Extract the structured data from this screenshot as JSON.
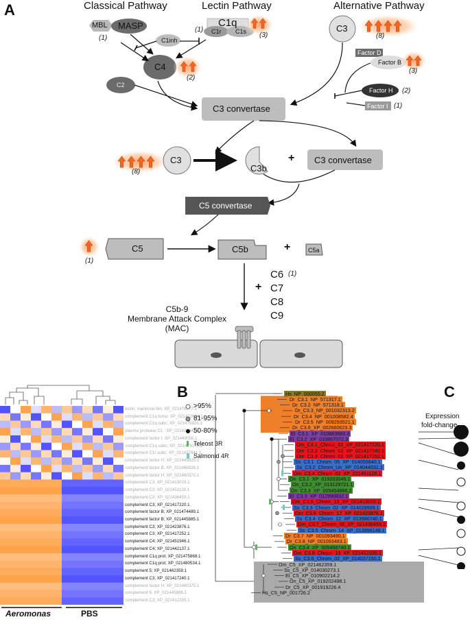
{
  "panelA": {
    "letter": "A",
    "classical_title": "Classical Pathway",
    "lectin_title": "Lectin Pathway",
    "alternative_title": "Alternative Pathway",
    "mbl": "MBL",
    "masp": "MASP",
    "c1q": "C1q",
    "c1r": "C1r",
    "c1s": "C1s",
    "c1inh": "C1inh",
    "c4": "C4",
    "c2": "C2",
    "c3_alt": "C3",
    "factor_d": "Factor D",
    "factor_b": "Factor B",
    "factor_h": "Factor H",
    "factor_i": "Factor I",
    "c3_convertase": "C3 convertase",
    "c3": "C3",
    "c3b": "C3b",
    "plus": "+",
    "c3_convertase2": "C3 convertase",
    "c5_convertase": "C5 convertase",
    "c5": "C5",
    "c5b": "C5b",
    "c5a": "C5a",
    "c6": "C6",
    "c7": "C7",
    "c8": "C8",
    "c9": "C9",
    "mac_line1": "C5b-9",
    "mac_line2": "Membrane Attack Complex",
    "mac_line3": "(MAC)",
    "counts": {
      "mbl": "(1)",
      "c1q": "(1)",
      "c1s": "(3)",
      "c4": "(2)",
      "c3_alt": "(8)",
      "factor_b": "(3)",
      "factor_h": "(2)",
      "factor_i": "(1)",
      "c3": "(8)",
      "c5": "(1)",
      "c6": "(1)"
    }
  },
  "heatmap": {
    "labels": [
      "lectin, mannose-bin; XP_021478277.1",
      "complement C1q tumo; XP_021422626.1",
      "complement C1q subc; XP_021475925.1",
      "plasma protease C1 ; XP_021429342.1",
      "complement factor I; XP_021449058.1",
      "complement C1q subc; XP_021473073.1",
      "complement C1r subc; XP_021437641.1",
      "complement factor H; XP_021445825.1",
      "complement factor B; XP_021466928.1",
      "complement factor H; XP_021460372.1",
      "complement C3; XP_021413019.1",
      "complement C3; XP_021451128.1",
      "complement C3; XP_021436459.1",
      "complement C3; XP_021417220.1",
      "complement factor B; XP_021474489.1",
      "complement factor B; XP_021445885.1",
      "complement C3; XP_021423876.1",
      "complement C3; XP_021417252.1",
      "complement C4; XP_021451946.1",
      "complement C4; XP_021442137.1",
      "complement C1q prot; XP_021475868.1",
      "complement C1q prot; XP_021480534.1",
      "complement 5; XP_021462359.1",
      "complement C3; XP_021417240.1",
      "complement factor H; XP_021460375.1",
      "complement 6; XP_021445886.1",
      "complement C3; XP_021412335.1"
    ],
    "grey_flags": [
      1,
      1,
      1,
      1,
      1,
      1,
      1,
      1,
      1,
      1,
      1,
      1,
      1,
      0,
      0,
      0,
      0,
      0,
      0,
      0,
      0,
      0,
      0,
      0,
      1,
      1,
      1
    ],
    "group1": "Aeromonas",
    "group2": "PBS"
  },
  "panelB": {
    "letter": "B",
    "legend": [
      ">95%",
      "81-95%",
      "50-80%"
    ],
    "teleost": "Teleost 3R",
    "salmonid": "Salmonid 4R",
    "leaves": [
      {
        "label": "Hs_NP_000055.2",
        "color": "#8a7a1e"
      },
      {
        "label": "Dr_C3.1_NP_571317.1",
        "color": "#f07f2a"
      },
      {
        "label": "Dr_C3.2_NP_571318.1",
        "color": "#f07f2a"
      },
      {
        "label": "Dr_C3.3_NP_001032313.2",
        "color": "#f07f2a"
      },
      {
        "label": "Dr_C3.4_NP_001008582.4",
        "color": "#f07f2a"
      },
      {
        "label": "Dr_C3.5_NP_009293521.1",
        "color": "#f07f2a"
      },
      {
        "label": "Dr_C3.6_XP_002660623.3",
        "color": "#f07f2a"
      },
      {
        "label": "El_C3.1_XP_010883683.3",
        "color": "#7b3fa0"
      },
      {
        "label": "El_C3.2_XP_010867072.3",
        "color": "#7b3fa0"
      },
      {
        "label": "Om_C3.1_Chrom_02_XP_021417220.1",
        "color": "#e8141b"
      },
      {
        "label": "Om_C3.2_Chrom_02_XP_021417240.1",
        "color": "#e8141b"
      },
      {
        "label": "Om_C3.3_Chrom_02_XP_021417252.1",
        "color": "#e8141b"
      },
      {
        "label": "Ss_C3.1_Chrom_05_XP_014055640.1",
        "color": "#3a6fc9"
      },
      {
        "label": "Ss_C3.2_Chrom_Un_XP_014044031.1",
        "color": "#3a6fc9"
      },
      {
        "label": "Om_C3.4_Chrom_03_XP_021451128.1",
        "color": "#e8141b"
      },
      {
        "label": "On_C3.1_XP_019203045.1",
        "color": "#3e8d2f"
      },
      {
        "label": "On_C3.2_XP_013129721.1",
        "color": "#3e8d2f"
      },
      {
        "label": "On_C3.3_XP_005454886.2",
        "color": "#3e8d2f"
      },
      {
        "label": "El_C3.3_XP_012990832.1",
        "color": "#7b3fa0"
      },
      {
        "label": "Om_C3.5_Chrom_13_XP_021413010.1",
        "color": "#e8141b"
      },
      {
        "label": "Ss_C3.3_Chrom_02_XP_014028509.1",
        "color": "#3a6fc9"
      },
      {
        "label": "Om_C3.6_Chrom_17_XP_021423876.1",
        "color": "#e8141b"
      },
      {
        "label": "Ss_C3.4_Chrom_12_XP_013986740.1",
        "color": "#3a6fc9"
      },
      {
        "label": "Om_C3.7_Chrom_06_XP_021436459.1",
        "color": "#e8141b"
      },
      {
        "label": "Ss_C3.5_Chrom_14_XP_013996148.1",
        "color": "#3a6fc9"
      },
      {
        "label": "Dr_C3.7_NP_001093490.1",
        "color": "#f07f2a"
      },
      {
        "label": "Dr_C3.8_NP_001093483.1",
        "color": "#f07f2a"
      },
      {
        "label": "On_C3.4_XP_005458740.1",
        "color": "#3e8d2f"
      },
      {
        "label": "Om_C3.8_Chrom_13_XP_021412335.1",
        "color": "#e8141b"
      },
      {
        "label": "Ss_C3.6_Chrom_02_XP_014037150.1",
        "color": "#3a6fc9"
      },
      {
        "label": "Om_C5_XP_021462359.1",
        "color": ""
      },
      {
        "label": "Ss_C5_XP_014030273.1",
        "color": ""
      },
      {
        "label": "El_C5_XP_010902214.2",
        "color": ""
      },
      {
        "label": "On_C5_XP_019202498.1",
        "color": ""
      },
      {
        "label": "Dr_C5_XP_001919226.4",
        "color": ""
      },
      {
        "label": "Hs_C5_NP_001726.2",
        "color": ""
      }
    ]
  },
  "panelC": {
    "letter": "C",
    "title_line1": "Expression",
    "title_line2": "fold-change"
  }
}
